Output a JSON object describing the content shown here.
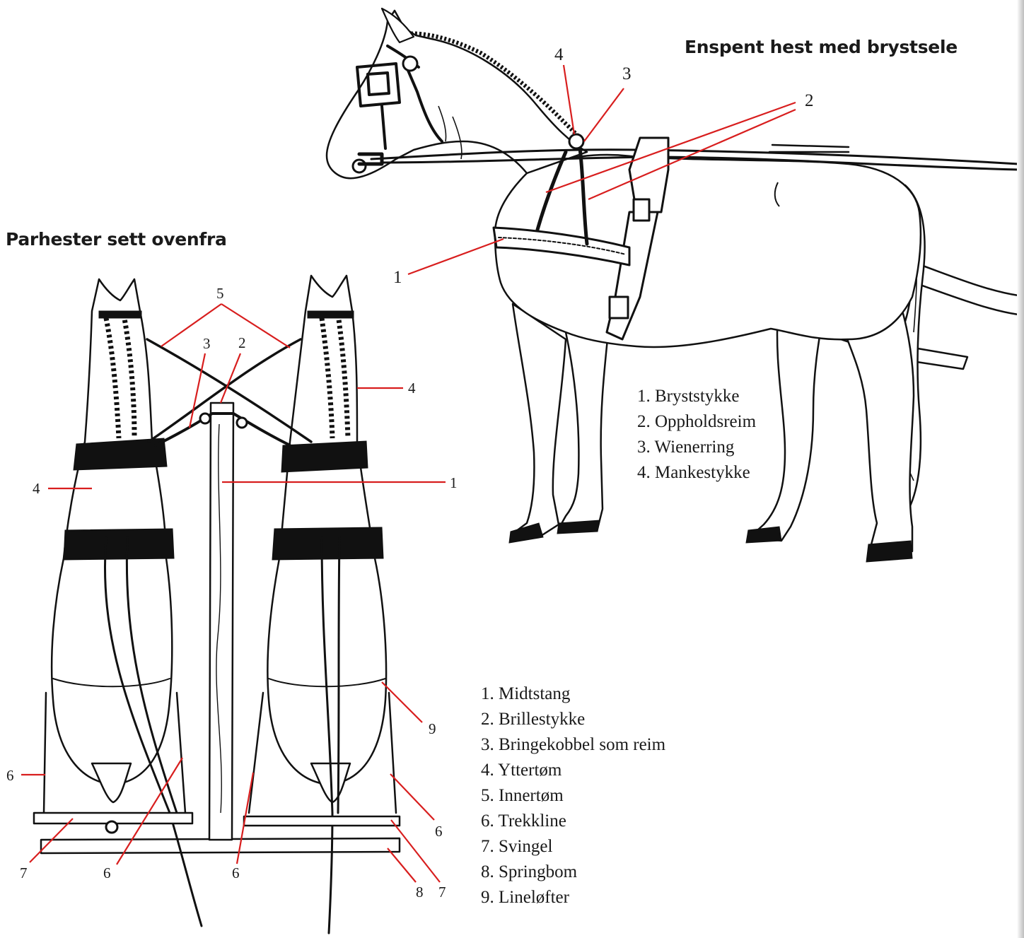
{
  "single_horse": {
    "heading": "Enspent hest med brystsele",
    "legend": [
      "1. Bryststykke",
      "2. Oppholdsreim",
      "3. Wienerring",
      "4. Mankestykke"
    ],
    "callouts": {
      "c1": "1",
      "c2": "2",
      "c3": "3",
      "c4": "4"
    }
  },
  "pair_horses": {
    "heading": "Parhester sett ovenfra",
    "legend": [
      "1. Midtstang",
      "2. Brillestykke",
      "3. Bringekobbel som reim",
      "4. Yttertøm",
      "5. Innertøm",
      "6. Trekkline",
      "7. Svingel",
      "8. Springbom",
      "9. Lineløfter"
    ],
    "callouts": {
      "c1": "1",
      "c2": "2",
      "c3": "3",
      "c4": "4",
      "c5": "5",
      "c6": "6",
      "c7": "7",
      "c8": "8",
      "c9": "9"
    }
  }
}
